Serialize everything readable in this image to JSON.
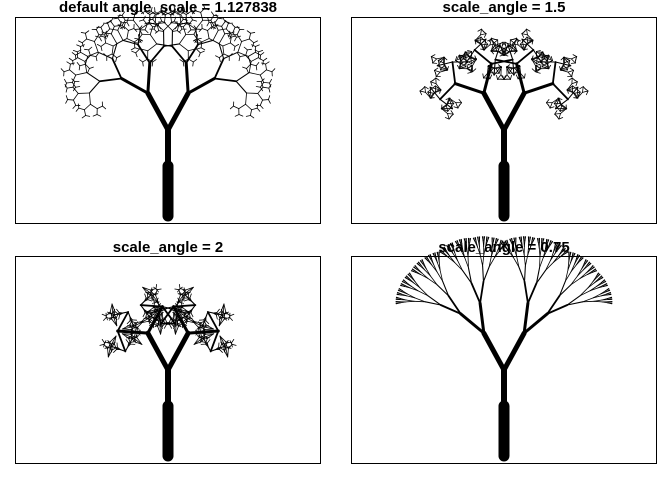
{
  "panels": [
    {
      "title": "default angle_scale = 1.127838",
      "scale_angle": 1.127838
    },
    {
      "title": "scale_angle = 1.5",
      "scale_angle": 1.5
    },
    {
      "title": "scale_angle = 2",
      "scale_angle": 2
    },
    {
      "title": "scale_angle = 0.75",
      "scale_angle": 0.75
    }
  ],
  "colors": {
    "tree": "#000000",
    "frame": "#000000",
    "background": "#ffffff"
  }
}
